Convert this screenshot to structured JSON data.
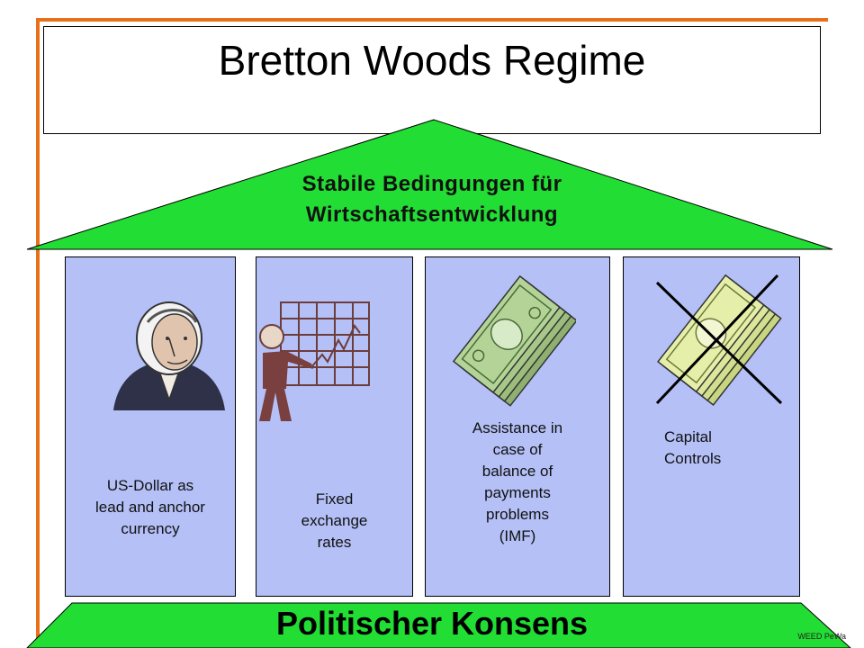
{
  "title": "Bretton Woods Regime",
  "roof": {
    "line1": "Stabile Bedingungen für",
    "line2": "Wirtschaftsentwicklung"
  },
  "pillars": [
    {
      "label_lines": [
        "US-Dollar as",
        "lead and anchor",
        "currency"
      ],
      "icon": "portrait-icon"
    },
    {
      "label_lines": [
        "Fixed",
        "exchange",
        "rates"
      ],
      "icon": "chart-presenter-icon"
    },
    {
      "label_lines": [
        "Assistance in",
        "case of",
        "balance of",
        "payments",
        "problems",
        "(IMF)"
      ],
      "icon": "money-stack-icon"
    },
    {
      "label_lines": [
        "Capital",
        "Controls"
      ],
      "icon": "crossed-money-icon"
    }
  ],
  "foundation": "Politischer Konsens",
  "credit": "WEED PeWa",
  "colors": {
    "green": "#22dd33",
    "pillar": "#b4c0f6",
    "orange": "#e8701a"
  }
}
